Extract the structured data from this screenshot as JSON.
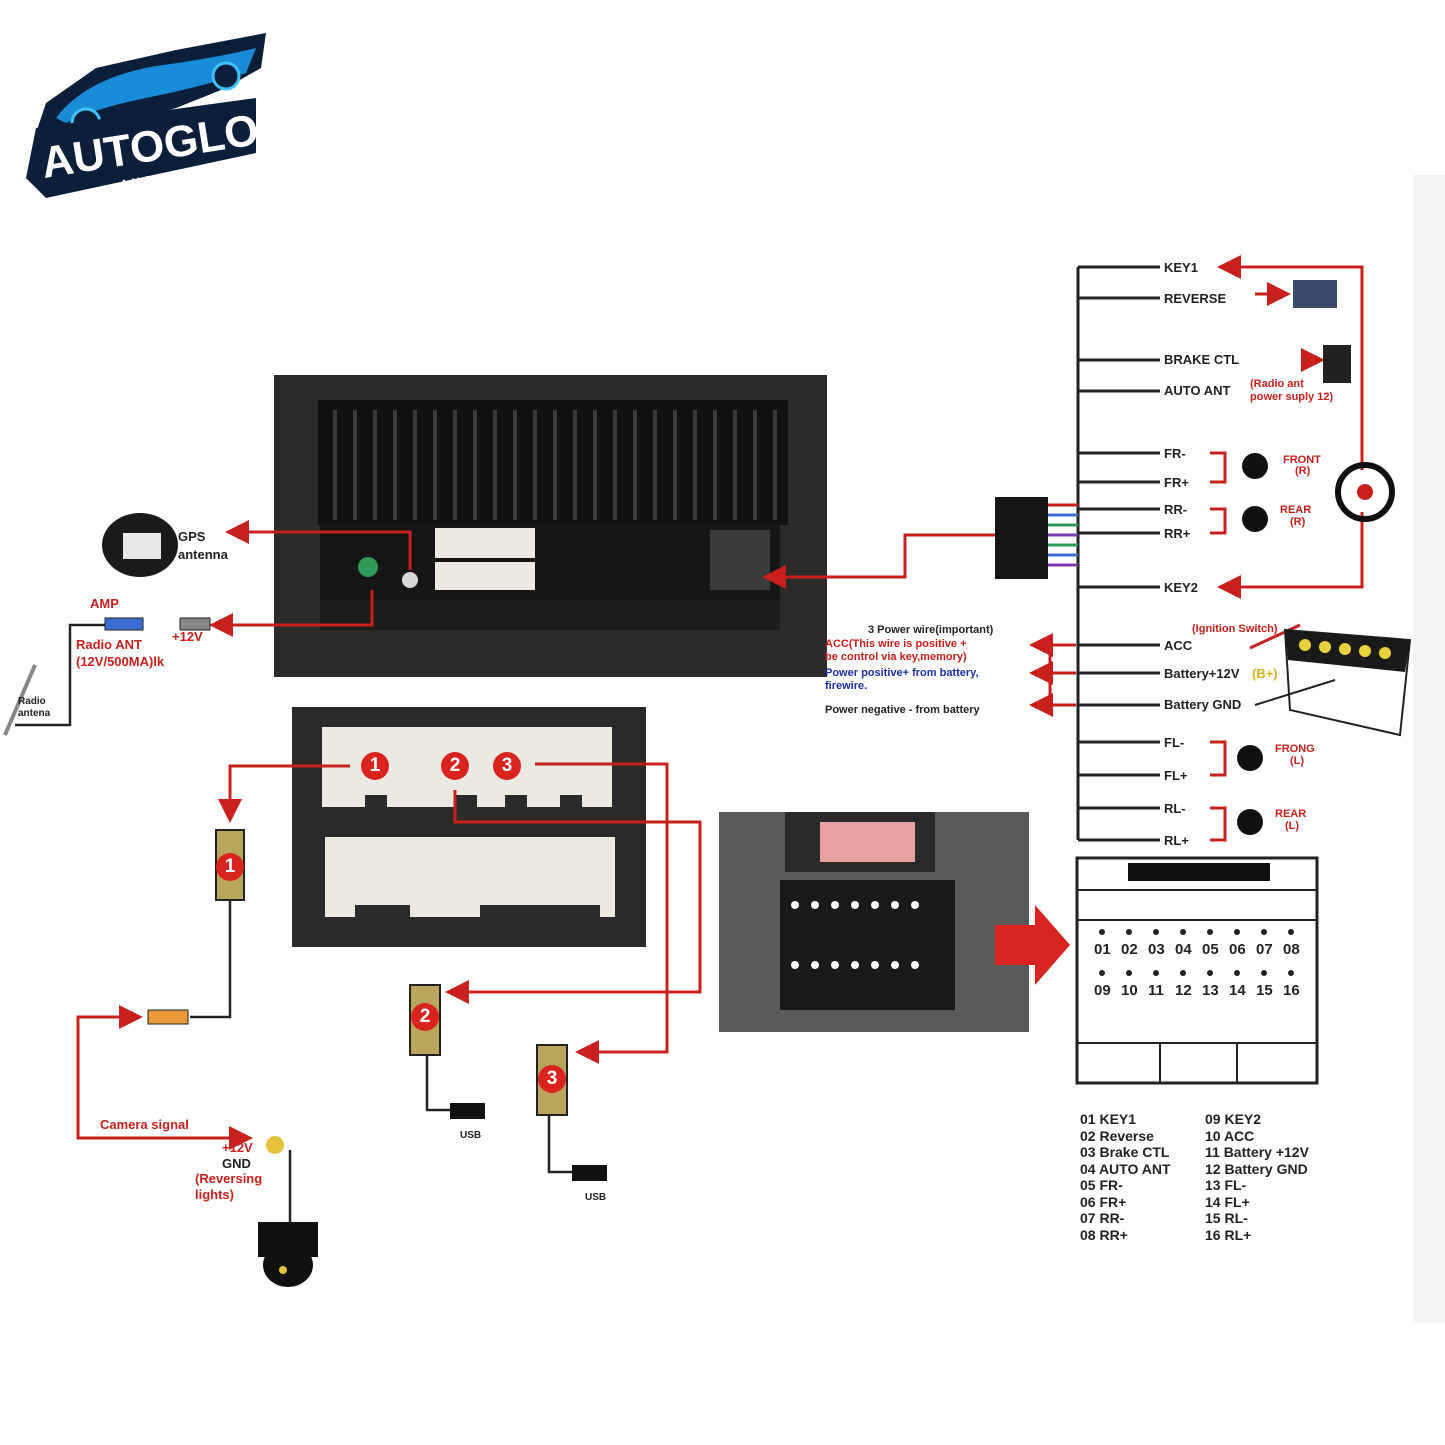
{
  "logo": {
    "brand": "AUTOGLO",
    "tagline": "AUSTRALIA"
  },
  "colors": {
    "wire": "#c8201c",
    "line": "#222222",
    "unit_dark": "#2a2a2a",
    "connector": "#ece8e2",
    "accent_blue": "#1c2fa8"
  },
  "left_labels": {
    "gps": "GPS",
    "gps_sub": "antenna",
    "amp": "AMP",
    "plus12v": "+12V",
    "radio_ant": "Radio ANT",
    "radio_ant_spec": "(12V/500MA)lk",
    "radio_antenna_1": "Radio",
    "radio_antenna_2": "antena"
  },
  "wire_labels": {
    "key1": "KEY1",
    "reverse": "REVERSE",
    "brake": "BRAKE CTL",
    "auto_ant": "AUTO ANT",
    "auto_ant_note_1": "(Radio ant",
    "auto_ant_note_2": "power suply 12)",
    "fr_minus": "FR-",
    "fr_plus": "FR+",
    "rr_minus": "RR-",
    "rr_plus": "RR+",
    "key2": "KEY2",
    "acc": "ACC",
    "battery12": "Battery+12V",
    "b_plus": "(B+)",
    "battery_gnd": "Battery GND",
    "fl_minus": "FL-",
    "fl_plus": "FL+",
    "rl_minus": "RL-",
    "rl_plus": "RL+",
    "ignition": "(Ignition Switch)"
  },
  "speakers": {
    "front_r_1": "FRONT",
    "front_r_2": "(R)",
    "rear_r_1": "REAR",
    "rear_r_2": "(R)",
    "front_l_1": "FRONG",
    "front_l_2": "(L)",
    "rear_l_1": "REAR",
    "rear_l_2": "(L)"
  },
  "power_notes": {
    "title": "3 Power wire(important)",
    "acc_1": "ACC(This wire is positive +",
    "acc_2": "be control via key,memory)",
    "pos_1": "Power positive+ from battery,",
    "pos_2": "firewire.",
    "neg": "Power negative - from battery"
  },
  "ports": {
    "one": "1",
    "two": "2",
    "three": "3",
    "usb": "USB"
  },
  "camera": {
    "signal": "Camera signal",
    "plus12v": "+12V",
    "gnd": "GND",
    "rev_1": "(Reversing",
    "rev_2": "lights)"
  },
  "pins_top": [
    "01",
    "02",
    "03",
    "04",
    "05",
    "06",
    "07",
    "08"
  ],
  "pins_bottom": [
    "09",
    "10",
    "11",
    "12",
    "13",
    "14",
    "15",
    "16"
  ],
  "legend_left": [
    "01 KEY1",
    "02 Reverse",
    "03 Brake CTL",
    "04 AUTO ANT",
    "05 FR-",
    "06 FR+",
    "07 RR-",
    "08 RR+"
  ],
  "legend_right": [
    "09 KEY2",
    "10 ACC",
    "11 Battery +12V",
    "12 Battery GND",
    "13 FL-",
    "14 FL+",
    "15 RL-",
    "16 RL+"
  ]
}
